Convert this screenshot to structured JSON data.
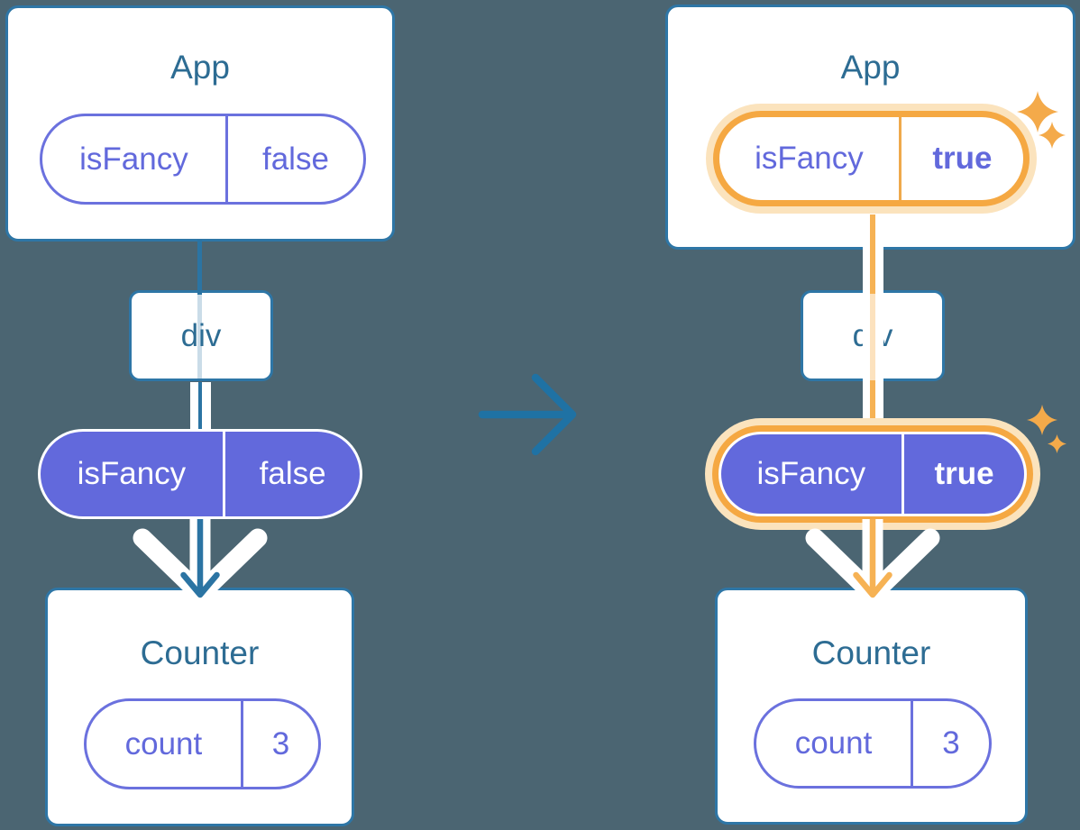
{
  "left_tree": {
    "app_title": "App",
    "app_prop_key": "isFancy",
    "app_prop_value": "false",
    "div_label": "div",
    "passed_prop_key": "isFancy",
    "passed_prop_value": "false",
    "counter_title": "Counter",
    "state_key": "count",
    "state_value": "3"
  },
  "right_tree": {
    "app_title": "App",
    "app_prop_key": "isFancy",
    "app_prop_value": "true",
    "div_label": "div",
    "passed_prop_key": "isFancy",
    "passed_prop_value": "true",
    "counter_title": "Counter",
    "state_key": "count",
    "state_value": "3"
  },
  "icons": {
    "transition_arrow": "right-arrow",
    "pass_arrow_left": "down-arrow-chevron",
    "pass_arrow_right": "down-arrow-chevron",
    "sparkles_top": "four-point-sparkles",
    "sparkles_bottom": "four-point-sparkles"
  },
  "colors": {
    "background": "#4B6572",
    "card_border": "#2E76A6",
    "title_text": "#2D6C93",
    "purple": "#6269DC",
    "purple_border": "#6B71DE",
    "teal_line": "#2B74A3",
    "transition_arrow": "#1F72A4",
    "highlight_orange": "#F5A842",
    "highlight_line": "#F6B254",
    "highlight_pale": "#FBE3BD"
  }
}
